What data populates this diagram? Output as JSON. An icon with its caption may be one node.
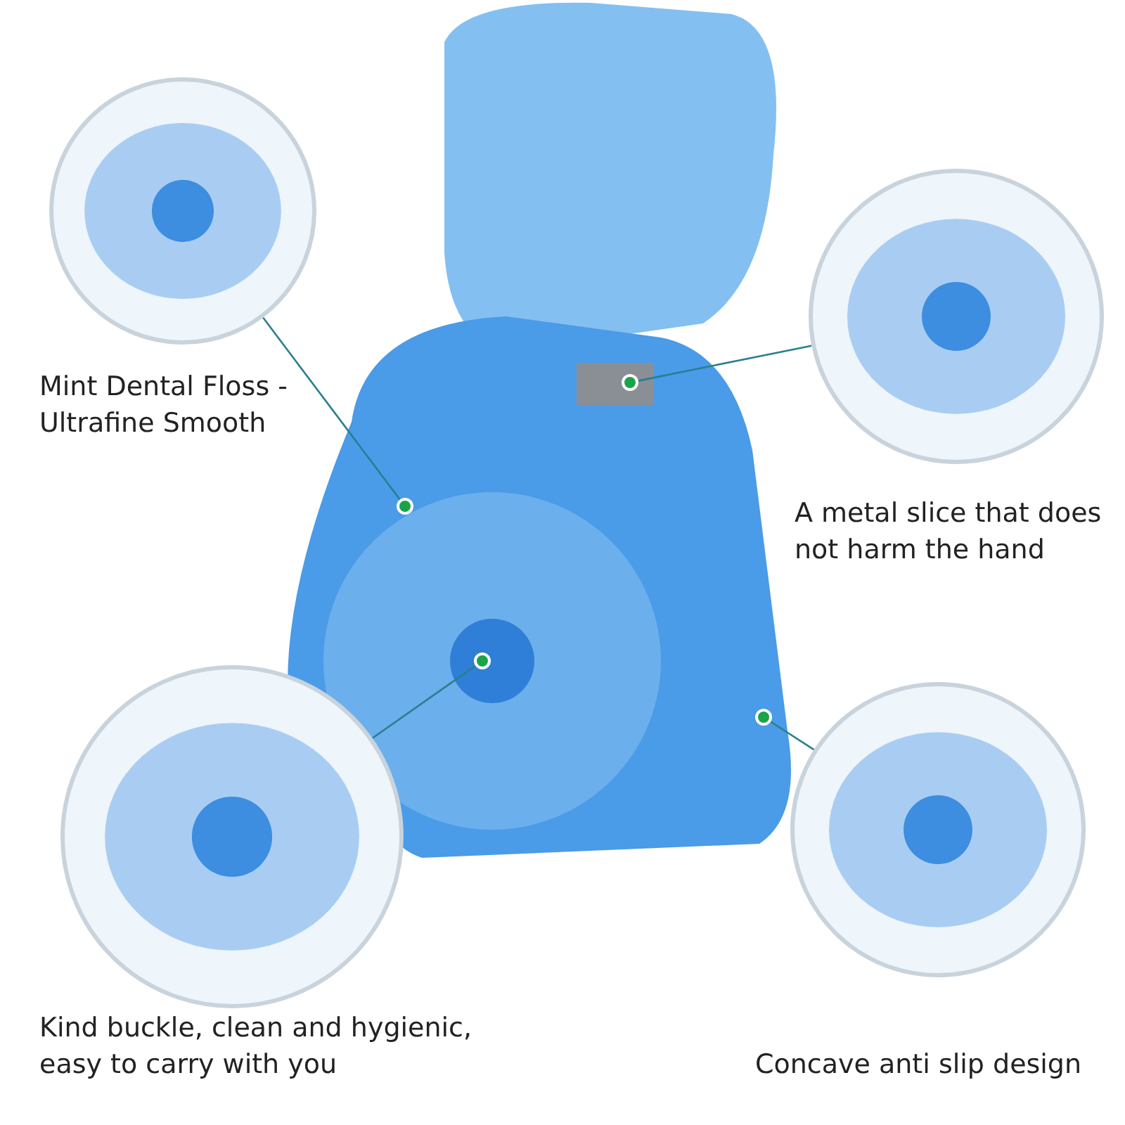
{
  "diagram": {
    "nodes": [
      {
        "text": [],
        "shape": "picture",
        "beside": [
          "Mint Dental Floss - Ultrafine Smooth"
        ]
      },
      {
        "text": [],
        "shape": "picture",
        "beside": [
          "A metal slice that does not harm the hand"
        ]
      },
      {
        "text": [],
        "shape": "picture",
        "beside": [
          "Kind buckle, clean and hygienic, easy to carry with you"
        ]
      },
      {
        "text": [],
        "shape": "picture",
        "beside": [
          "Concave anti slip design"
        ]
      },
      {
        "text": [],
        "shape": "circle"
      },
      {
        "text": [],
        "shape": "circle"
      },
      {
        "text": [],
        "shape": "circle"
      },
      {
        "text": [],
        "shape": "circle"
      }
    ],
    "edges": [
      {
        "from": 4,
        "to": 0,
        "arrow": "none"
      },
      {
        "from": 5,
        "to": 1,
        "arrow": "none"
      },
      {
        "from": 6,
        "to": 2,
        "arrow": "none"
      },
      {
        "from": 7,
        "to": 3,
        "arrow": "none"
      }
    ]
  }
}
